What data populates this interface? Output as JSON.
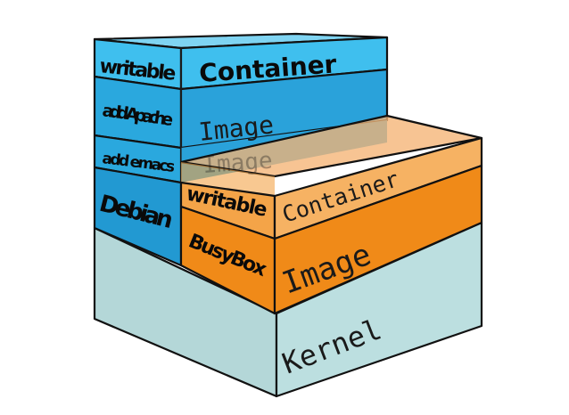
{
  "colors": {
    "kernel_front": "#b9dadb",
    "kernel_side": "#a3cccd",
    "blue_light": "#4ec4ee",
    "blue_mid": "#26a6dc",
    "blue_dark": "#1d8fc7",
    "orange": "#f08a18",
    "orange_light": "#f4a448",
    "orange_top": "#f5b374"
  },
  "left_stack": {
    "layer_labels": {
      "writable": "writable",
      "add_apache": "add Apache",
      "add_emacs": "add emacs",
      "debian": "Debian"
    },
    "container_label": "Container",
    "image_label": "Image",
    "ghost_image_label": "Image"
  },
  "right_stack": {
    "layer_labels": {
      "writable": "writable",
      "busybox": "BusyBox"
    },
    "container_label": "Container",
    "image_label": "Image"
  },
  "kernel": {
    "label": "Kernel"
  }
}
